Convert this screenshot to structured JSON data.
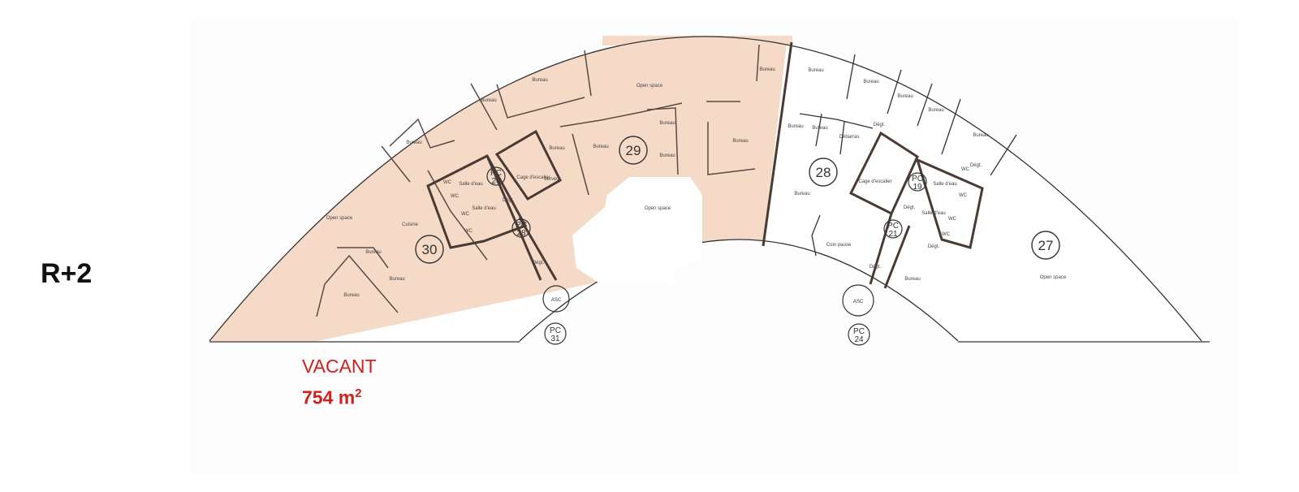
{
  "floor": "R+2",
  "status": {
    "label": "VACANT",
    "area": "754 m",
    "area_unit_sup": "2"
  },
  "colors": {
    "vacant_fill": "#f6dac8",
    "occupied_fill": "#ffffff",
    "status_text": "#d0201e"
  },
  "lots": [
    {
      "id": "30"
    },
    {
      "id": "29"
    },
    {
      "id": "28"
    },
    {
      "id": "27"
    }
  ],
  "lot_labels": [
    "30",
    "29",
    "28",
    "27"
  ],
  "technical": [
    "PC 26",
    "PC 28",
    "PC 31",
    "ASC",
    "PC 19",
    "PC 21",
    "PC 24",
    "ASC"
  ],
  "technical_lines": [
    [
      "PC",
      "26"
    ],
    [
      "PC",
      "28"
    ],
    [
      "PC",
      "31"
    ],
    [
      "ASC",
      ""
    ],
    [
      "PC",
      "19"
    ],
    [
      "PC",
      "21"
    ],
    [
      "PC",
      "24"
    ],
    [
      "ASC",
      ""
    ]
  ],
  "rooms": [
    "Bureau",
    "Bureau",
    "Open space",
    "Bureau",
    "Bureau",
    "Bureau",
    "Bureau",
    "Bureau",
    "Bureau",
    "Serveur",
    "Bureau",
    "Open space",
    "Cuisine",
    "Bureau",
    "Bureau",
    "Bureau",
    "WC",
    "WC",
    "WC",
    "WC",
    "Salle d'eau",
    "Salle d'eau",
    "Dégt.",
    "Cage d'escalier",
    "Dégt.",
    "Open space",
    "Bureau",
    "Bureau",
    "Bureau",
    "Bureau",
    "Bureau",
    "Bureau",
    "Bureau",
    "Débarras",
    "Dégt.",
    "Dégt.",
    "Cage d'escalier",
    "Dégt.",
    "Salle d'eau",
    "WC",
    "WC",
    "Salle d'eau",
    "WC",
    "WC",
    "Bureau",
    "Coin pause",
    "Dégt.",
    "Dégt.",
    "Bureau",
    "Open space"
  ]
}
